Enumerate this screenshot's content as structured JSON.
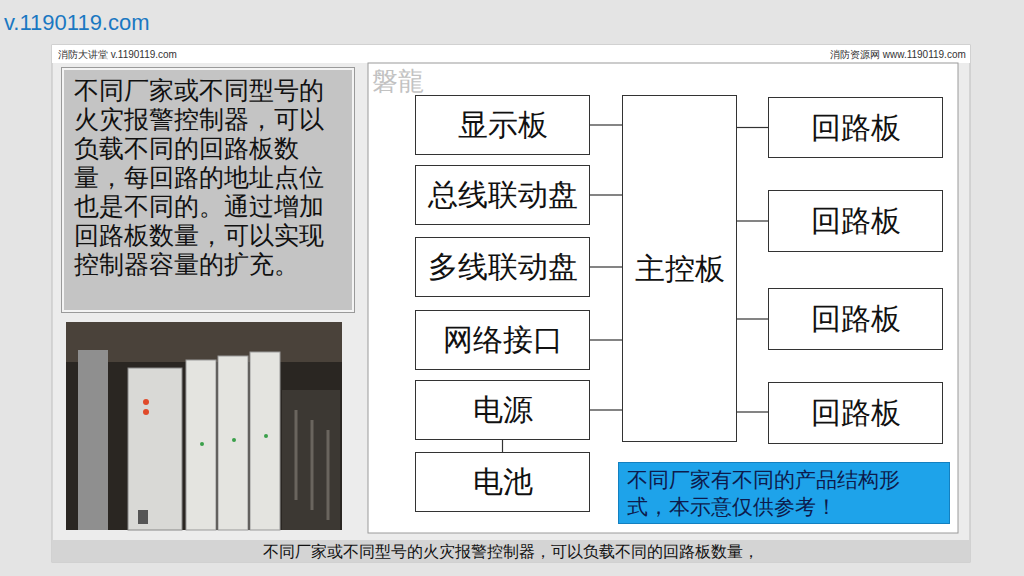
{
  "diagram": {
    "caption": "不同厂家或不同型号的火灾报警控制器，可以负载不同的回路板数量，",
    "nodes": [
      {
        "text": [
          "不同厂家或不同型号的火灾报警控制器，可以负载不同的回路板数量，每回路的地址点位也是不同的。通过增加回路板数量，可以实现控制器容量的扩充。"
        ]
      },
      {
        "text": [
          "显示板"
        ]
      },
      {
        "text": [
          "总线联动盘"
        ]
      },
      {
        "text": [
          "多线联动盘"
        ]
      },
      {
        "text": [
          "网络接口"
        ]
      },
      {
        "text": [
          "电源"
        ]
      },
      {
        "text": [
          "电池"
        ]
      },
      {
        "text": [
          "主控板"
        ]
      },
      {
        "text": [
          "回路板"
        ]
      },
      {
        "text": [
          "回路板"
        ]
      },
      {
        "text": [
          "回路板"
        ]
      },
      {
        "text": [
          "回路板"
        ]
      },
      {
        "text": [
          "不同厂家有不同的产品结构形式，本示意仅供参考！"
        ]
      }
    ],
    "edges": [
      {
        "from": 1,
        "to": 7,
        "arrow": "none"
      },
      {
        "from": 2,
        "to": 7,
        "arrow": "none"
      },
      {
        "from": 3,
        "to": 7,
        "arrow": "none"
      },
      {
        "from": 4,
        "to": 7,
        "arrow": "none"
      },
      {
        "from": 5,
        "to": 7,
        "arrow": "none"
      },
      {
        "from": 5,
        "to": 6,
        "arrow": "none"
      },
      {
        "from": 7,
        "to": 8,
        "arrow": "none"
      },
      {
        "from": 7,
        "to": 9,
        "arrow": "none"
      },
      {
        "from": 7,
        "to": 10,
        "arrow": "none"
      },
      {
        "from": 7,
        "to": 11,
        "arrow": "none"
      }
    ],
    "labels": [
      "v.1190119.com",
      "消防大讲堂 v.1190119.com",
      "消防资源网 www.1190119.com",
      "磐龍"
    ]
  }
}
